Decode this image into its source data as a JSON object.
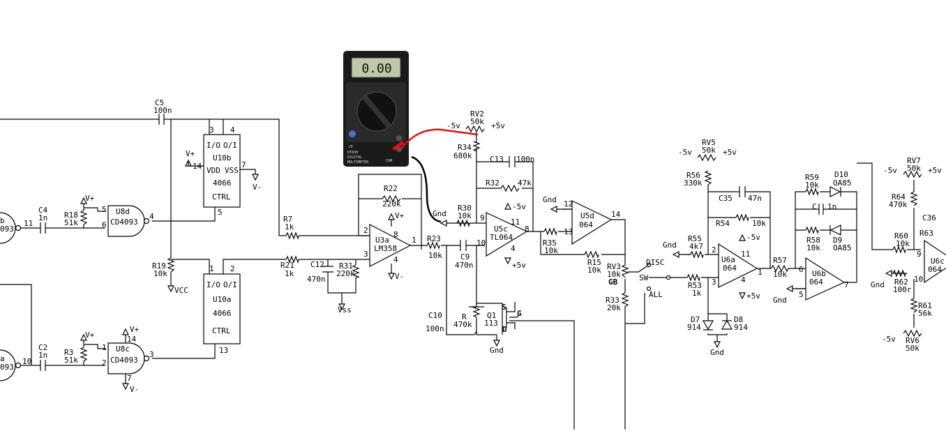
{
  "components": {
    "c5": {
      "ref": "C5",
      "value": "100n"
    },
    "c4": {
      "ref": "C4",
      "value": "1n"
    },
    "c2": {
      "ref": "C2",
      "value": "1n"
    },
    "r18": {
      "ref": "R18",
      "value": "51k"
    },
    "r3": {
      "ref": "R3",
      "value": "51k"
    },
    "r19": {
      "ref": "R19",
      "value": "10k",
      "rail": "VCC"
    },
    "r7": {
      "ref": "R7",
      "value": "1k"
    },
    "r21": {
      "ref": "R21",
      "value": "1k"
    },
    "r22": {
      "ref": "R22",
      "value": "220k"
    },
    "c12": {
      "ref": "C12",
      "value": "470n"
    },
    "r31": {
      "ref": "R31",
      "value": "220k",
      "rail": "Vss"
    },
    "r23": {
      "ref": "R23",
      "value": "10k"
    },
    "c9": {
      "ref": "C9",
      "value": "470n"
    },
    "c10": {
      "ref": "C10",
      "value": "100n"
    },
    "r_": {
      "ref": "R",
      "value": "470k"
    },
    "q1": {
      "ref": "Q1",
      "value": "113",
      "pin_s": "S",
      "pin_g": "G",
      "pin_d": "D",
      "gnd": "Gnd"
    },
    "rv2": {
      "ref": "RV2",
      "value": "50k",
      "neg": "-5v",
      "pos": "+5v"
    },
    "r34": {
      "ref": "R34",
      "value": "680k"
    },
    "c13": {
      "ref": "C13",
      "value": "100n"
    },
    "r32": {
      "ref": "R32",
      "value": "47k"
    },
    "r30": {
      "ref": "R30",
      "value": "10k",
      "gnd": "Gnd"
    },
    "r35": {
      "ref": "R35",
      "value": "10k"
    },
    "r15": {
      "ref": "R15",
      "value": "10k"
    },
    "rv3": {
      "ref": "RV3",
      "value": "10k",
      "sub": "GB"
    },
    "r33": {
      "ref": "R33",
      "value": "20k"
    },
    "rv5": {
      "ref": "RV5",
      "value": "50k",
      "neg": "-5v",
      "pos": "+5v"
    },
    "r56": {
      "ref": "R56",
      "value": "330k"
    },
    "c35": {
      "ref": "C35",
      "value": "47n"
    },
    "r54": {
      "ref": "R54",
      "value": "10k"
    },
    "r55": {
      "ref": "R55",
      "value": "4k7",
      "gnd": "Gnd"
    },
    "r53": {
      "ref": "R53",
      "value": "1k"
    },
    "d7": {
      "ref": "D7",
      "value": "914"
    },
    "d8": {
      "ref": "D8",
      "value": "914",
      "gnd": "Gnd"
    },
    "r57": {
      "ref": "R57",
      "value": "10k"
    },
    "r59": {
      "ref": "R59",
      "value": "10k"
    },
    "d10": {
      "ref": "D10",
      "value": "OA85"
    },
    "c1": {
      "ref": "C",
      "value": "1n"
    },
    "r58": {
      "ref": "R58",
      "value": "10k"
    },
    "d9": {
      "ref": "D9",
      "value": "OA85"
    },
    "rv7": {
      "ref": "RV7",
      "value": "50k",
      "neg": "-5v",
      "pos": "+5v"
    },
    "r64": {
      "ref": "R64",
      "value": "470k"
    },
    "c36": {
      "ref": "C36"
    },
    "r63": {
      "ref": "R63"
    },
    "r60": {
      "ref": "R60",
      "value": "10k"
    },
    "r62": {
      "ref": "R62",
      "value": "100r",
      "gnd": "Gnd"
    },
    "r61": {
      "ref": "R61",
      "value": "56k"
    },
    "rv6": {
      "ref": "RV6",
      "value": "50k",
      "neg": "-5v"
    }
  },
  "chips": {
    "u10b": {
      "ref": "U10b",
      "io": "I/O",
      "oi": "O/I",
      "part": "4066",
      "vdd": "VDD",
      "vss": "VSS",
      "ctrl": "CTRL",
      "p3": "3",
      "p4": "4",
      "p5": "5",
      "p14": "14",
      "p7": "7",
      "vplus": "V+",
      "vminus": "V-"
    },
    "u10a": {
      "ref": "U10a",
      "io": "I/O",
      "oi": "O/I",
      "part": "4066",
      "ctrl": "CTRL",
      "p1": "1",
      "p2": "2",
      "p13": "13"
    },
    "u8d": {
      "ref": "U8d",
      "part": "CD4093",
      "p5": "5",
      "p6": "6",
      "p4": "4",
      "vplus": "V+"
    },
    "u8c": {
      "ref": "U8c",
      "part": "CD4093",
      "p1": "1",
      "p2": "2",
      "p3": "3",
      "p14": "14",
      "p7": "7",
      "vplus": "V+",
      "vminus": "V-"
    },
    "u3a": {
      "ref": "U3a",
      "part": "LM358",
      "p2": "2",
      "p3": "3",
      "p1": "1",
      "p8": "8",
      "p4": "4",
      "vplus": "V+",
      "vminus": "V-"
    },
    "u5c": {
      "ref": "U5c",
      "part": "TL064",
      "p9": "9",
      "p10": "10",
      "p8": "8",
      "p11": "11",
      "p4": "4",
      "neg": "-5v",
      "pos": "+5v"
    },
    "u5d": {
      "ref": "U5d",
      "part": "064",
      "p12": "12",
      "p13": "13",
      "p14": "14",
      "gnd": "Gnd"
    },
    "u6a": {
      "ref": "U6a",
      "part": "064",
      "p2": "2",
      "p3": "3",
      "p1": "1",
      "p11": "11",
      "p4": "4",
      "neg": "-5v",
      "pos": "+5v"
    },
    "u6b": {
      "ref": "U6b",
      "part": "064",
      "p6": "6",
      "p5": "5",
      "p7": "7",
      "gnd": "Gnd"
    },
    "u6c": {
      "ref": "U6c",
      "part": "064",
      "p9": "9",
      "p10": "10"
    },
    "left_b": {
      "frag": "093",
      "pin": "11",
      "letter": "b"
    },
    "left_a": {
      "frag": "093",
      "pin": "10",
      "letter": "a"
    }
  },
  "switch": {
    "disc": "DISC",
    "sw": "SW",
    "all": "ALL"
  },
  "multimeter": {
    "display": "0.00",
    "model": "DT830",
    "desc1": "DIGITAL",
    "desc2": "MULTIMETER",
    "com": "COM",
    "ce": "CE"
  }
}
